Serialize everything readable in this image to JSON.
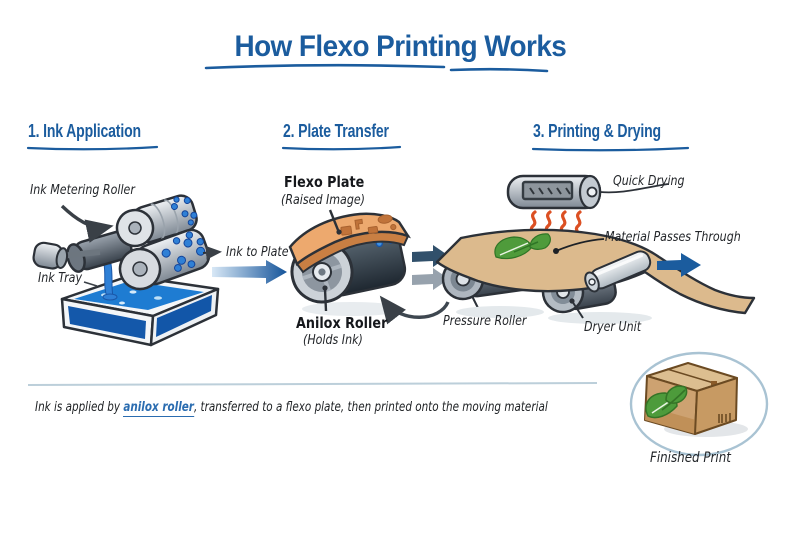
{
  "colors": {
    "accent_blue": "#1b5c9e",
    "ink_blue": "#1e7cd2",
    "plate_orange": "#eda96e",
    "heat_orange": "#dc5023",
    "leaf_green": "#4f9b3b",
    "material_tan": "#dcba8d",
    "text_dark": "#23262a"
  },
  "title": "How Flexo Printing Works",
  "steps": {
    "step1": {
      "heading": "1. Ink Application",
      "labels": {
        "ink_metering_roller": "Ink Metering Roller",
        "ink_tray": "Ink Tray",
        "ink_to_plate": "Ink to Plate"
      }
    },
    "step2": {
      "heading": "2. Plate Transfer",
      "labels": {
        "flexo_plate": "Flexo Plate",
        "flexo_plate_note": "(Raised Image)",
        "anilox_roller": "Anilox Roller",
        "anilox_roller_note": "(Holds Ink)",
        "pressure_roller": "Pressure Roller"
      }
    },
    "step3": {
      "heading": "3. Printing & Drying",
      "labels": {
        "quick_drying": "Quick Drying",
        "material_passes_through": "Material Passes Through",
        "dryer_unit": "Dryer Unit"
      }
    }
  },
  "footer": {
    "caption_prefix": "Ink is applied by ",
    "caption_highlight": "anilox roller",
    "caption_suffix": ", transferred to a flexo plate, then printed onto the moving material",
    "finished_print_label": "Finished Print"
  }
}
